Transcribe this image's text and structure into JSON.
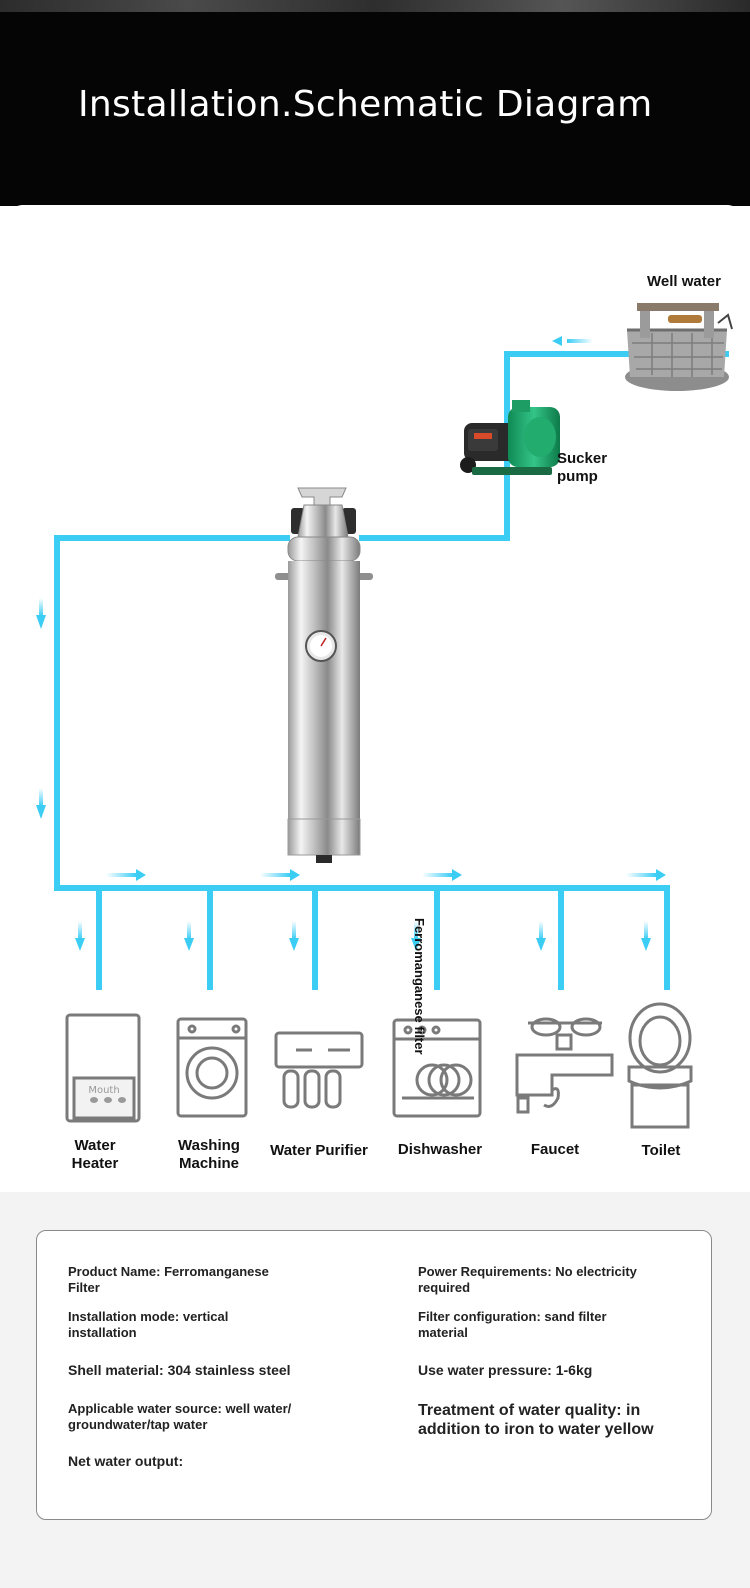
{
  "header": {
    "title": "Installation.Schematic Diagram"
  },
  "diagram": {
    "labels": {
      "well_water": "Well water",
      "sucker_pump": "Sucker\npump",
      "filter": "Ferromanganese filter"
    },
    "appliances": [
      {
        "id": "water-heater",
        "label": "Water\nHeater",
        "icon": "water-heater-icon",
        "sublabel": "Mouth"
      },
      {
        "id": "washing-machine",
        "label": "Washing\nMachine",
        "icon": "washing-machine-icon"
      },
      {
        "id": "water-purifier",
        "label": "Water Purifier",
        "icon": "water-purifier-icon"
      },
      {
        "id": "dishwasher",
        "label": "Dishwasher",
        "icon": "dishwasher-icon"
      },
      {
        "id": "faucet",
        "label": "Faucet",
        "icon": "faucet-icon"
      },
      {
        "id": "toilet",
        "label": "Toilet",
        "icon": "toilet-icon"
      }
    ],
    "pipe_color": "#3ccdf5"
  },
  "specs": {
    "product_name": "Product Name: Ferromanganese\nFilter",
    "installation_mode": "Installation mode: vertical\ninstallation",
    "shell_material": "Shell material: 304 stainless steel",
    "water_source": "Applicable water source: well water/\ngroundwater/tap water",
    "net_output": "Net water output:",
    "power": "Power Requirements: No electricity\nrequired",
    "filter_config": "Filter configuration: sand filter\nmaterial",
    "pressure": "Use water pressure: 1-6kg",
    "treatment": "Treatment of water quality: in\naddition to iron to water yellow"
  }
}
